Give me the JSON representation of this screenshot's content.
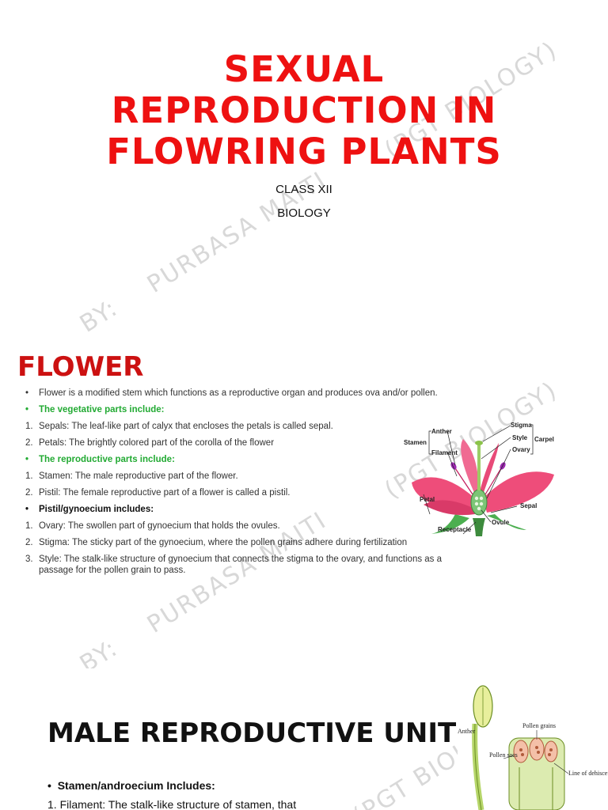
{
  "slide1": {
    "title_lines": [
      "SEXUAL",
      "REPRODUCTION IN",
      "FLOWRING PLANTS"
    ],
    "class_label": "CLASS XII",
    "subject_label": "BIOLOGY"
  },
  "watermark": {
    "by": "BY:",
    "author": "PURBASA MAITI",
    "designation": "(PGT BIOLOGY)"
  },
  "slide2": {
    "heading": "FLOWER",
    "intro": "Flower is a modified stem which functions as a reproductive organ and produces ova and/or pollen.",
    "vegetative_heading": "The vegetative parts include:",
    "vegetative_items": [
      "Sepals: The leaf-like part of calyx that encloses the petals is called sepal.",
      "Petals: The brightly colored part of the corolla of the flower"
    ],
    "reproductive_heading": "The reproductive parts include:",
    "reproductive_items": [
      "Stamen: The male reproductive part of the flower.",
      "Pistil: The female reproductive part of a flower is called a pistil."
    ],
    "pistil_heading": "Pistil/gynoecium includes:",
    "pistil_items": [
      "Ovary: The swollen part of gynoecium that holds the ovules.",
      "Stigma: The sticky part of the gynoecium, where the pollen grains adhere during fertilization",
      "Style: The stalk-like structure of gynoecium that connects the stigma to the ovary, and functions as a passage for the pollen grain to pass."
    ],
    "diagram_labels": {
      "stigma": "Stigma",
      "anther": "Anther",
      "style": "Style",
      "carpel": "Carpel",
      "stamen": "Stamen",
      "ovary": "Ovary",
      "filament": "Filament",
      "petal": "Petal",
      "sepal": "Sepal",
      "ovule": "Ovule",
      "receptacle": "Receptacle"
    }
  },
  "slide3": {
    "heading": "MALE REPRODUCTIVE UNIT",
    "bullet": "Stamen/androecium Includes:",
    "item1": "1. Filament: The stalk-like structure of stamen, that",
    "diagram_labels": {
      "anther": "Anther",
      "pollen_grains": "Pollen grains",
      "pollen_sacs": "Pollen sacs",
      "line_of_dehiscence": "Line of dehiscence"
    }
  }
}
